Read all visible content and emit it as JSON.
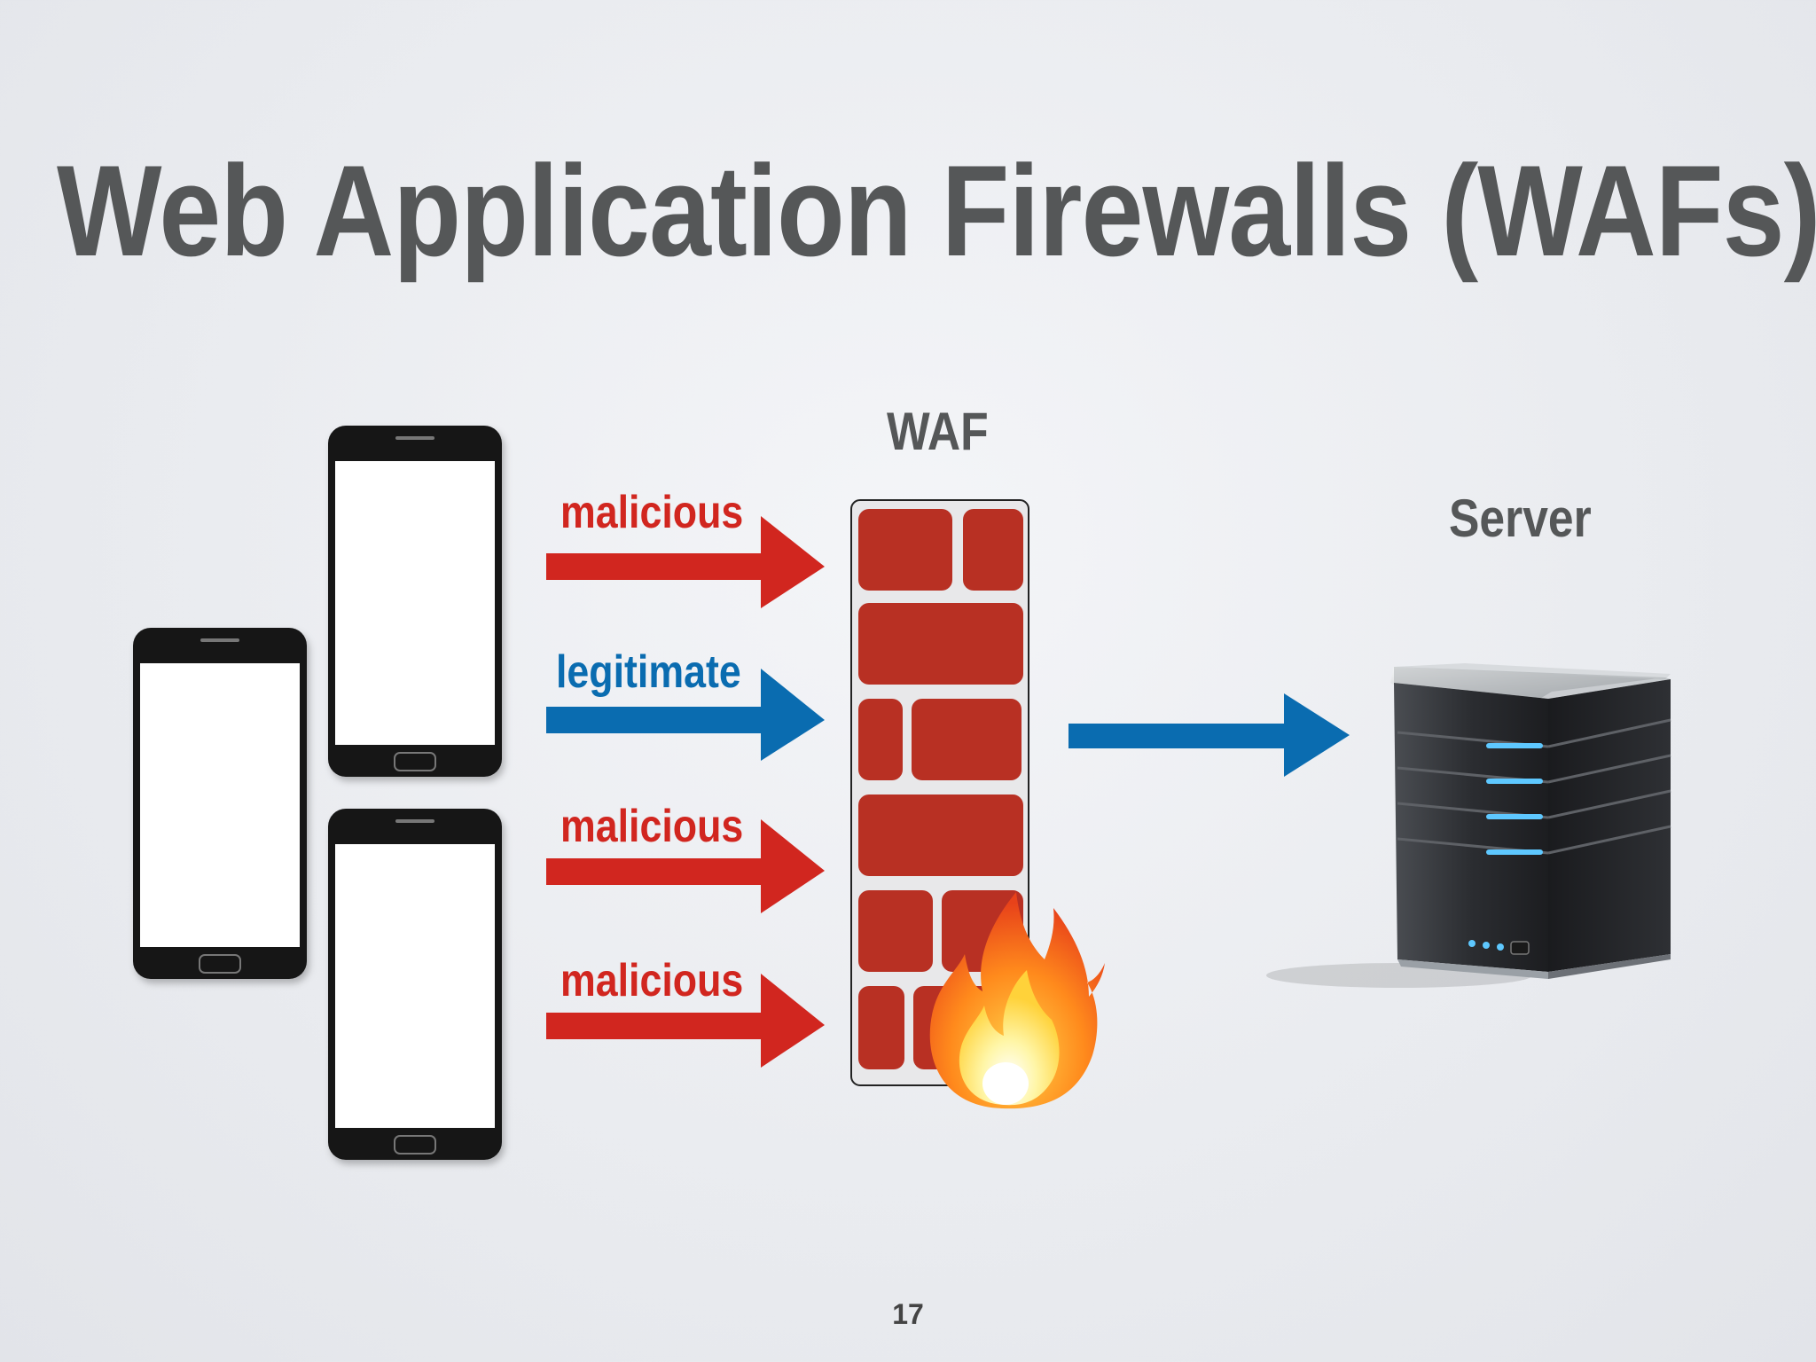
{
  "slide": {
    "title": "Web Application Firewalls (WAFs)",
    "page_number": "17"
  },
  "waf": {
    "label": "WAF",
    "brick_color": "#b83023",
    "has_fire": true
  },
  "server": {
    "label": "Server",
    "light_color": "#5ec8ff"
  },
  "clients": {
    "count": 3,
    "icon": "smartphone-icon"
  },
  "traffic": [
    {
      "label": "malicious",
      "kind": "malicious",
      "color": "#d1261f"
    },
    {
      "label": "legitimate",
      "kind": "legitimate",
      "color": "#0a6cb0"
    },
    {
      "label": "malicious",
      "kind": "malicious",
      "color": "#d1261f"
    },
    {
      "label": "malicious",
      "kind": "malicious",
      "color": "#d1261f"
    }
  ],
  "forwarded": {
    "kind": "legitimate",
    "color": "#0a6cb0"
  }
}
